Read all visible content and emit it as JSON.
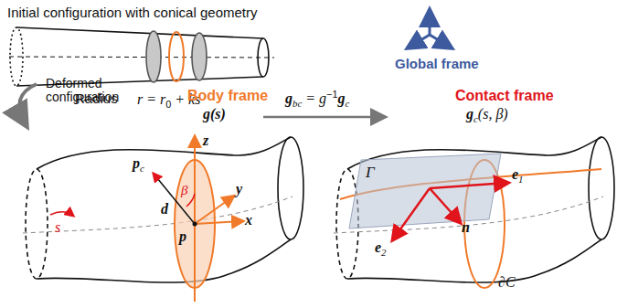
{
  "diagram": {
    "labels": [
      "Initial configuration with conical geometry",
      "Radius",
      "r = r",
      "0",
      " + ks",
      "Global frame",
      "Deformed configuration",
      "Body frame",
      "g(s)",
      "g",
      "bc",
      " = g",
      "−1",
      "g",
      "c",
      "Contact frame",
      "g",
      "c",
      "(s, β)",
      "s",
      "p",
      "c",
      "d",
      "β",
      "z",
      "y",
      "x",
      "p",
      "Γ",
      "e",
      "1",
      "n",
      "e",
      "2",
      "∂C"
    ]
  }
}
